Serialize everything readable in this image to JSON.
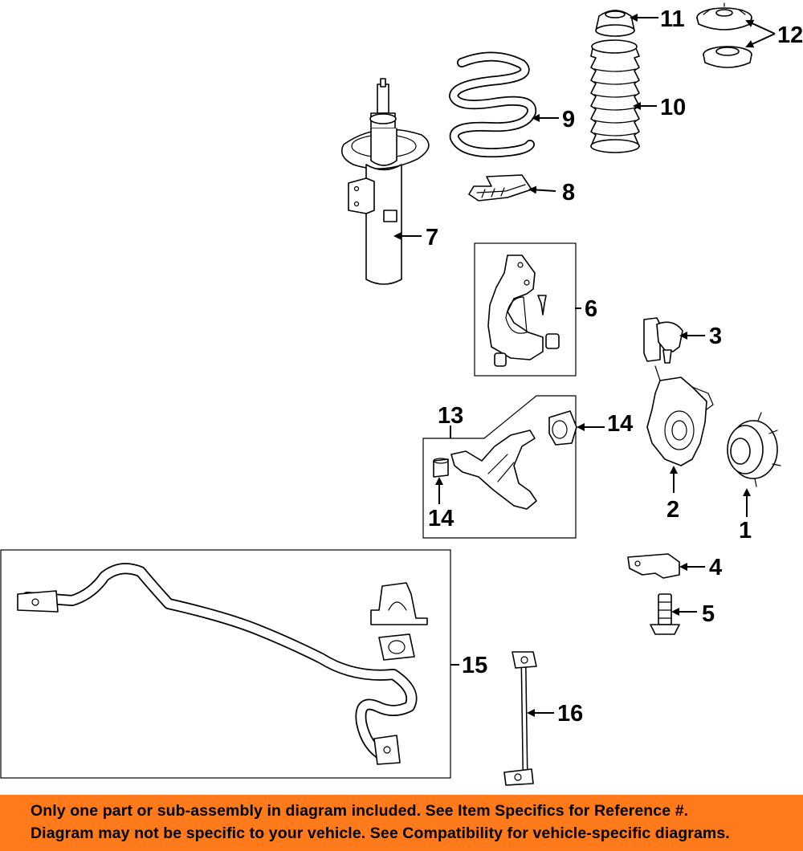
{
  "callouts": {
    "c1": "1",
    "c2": "2",
    "c3": "3",
    "c4": "4",
    "c5": "5",
    "c6": "6",
    "c7": "7",
    "c8": "8",
    "c9": "9",
    "c10": "10",
    "c11": "11",
    "c12": "12",
    "c13": "13",
    "c14a": "14",
    "c14b": "14",
    "c15": "15",
    "c16": "16"
  },
  "disclaimer": {
    "line1": "Only one part or sub-assembly in diagram included. See Item Specifics for Reference #.",
    "line2": "Diagram may not be specific to your vehicle. See Compatibility for vehicle-specific diagrams."
  },
  "colors": {
    "banner": "#ff7a1a",
    "line": "#000000",
    "background": "#ffffff"
  }
}
